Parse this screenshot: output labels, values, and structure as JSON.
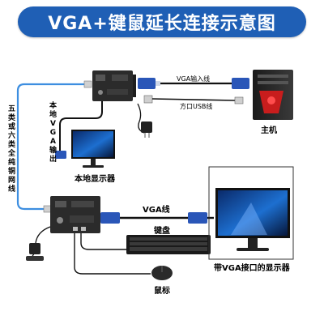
{
  "title": "VGA+键鼠延长连接示意图",
  "labels": {
    "vga_input_cable": "VGA输入线",
    "usb_cable": "方口USB线",
    "host": "主机",
    "local_vga_output": "本地VGA输出",
    "local_display": "本地显示器",
    "network_cable": "五类或六类全纯铜网线",
    "vga_cable": "VGA线",
    "keyboard": "键盘",
    "remote_display": "带VGA接口的显示器",
    "mouse": "鼠标"
  },
  "colors": {
    "banner": "#1f5fb5",
    "ethernet_cable": "#3d8ee0",
    "vga_connector": "#2a56b8",
    "device_body": "#2b2b2b",
    "cable_black": "#111111"
  }
}
